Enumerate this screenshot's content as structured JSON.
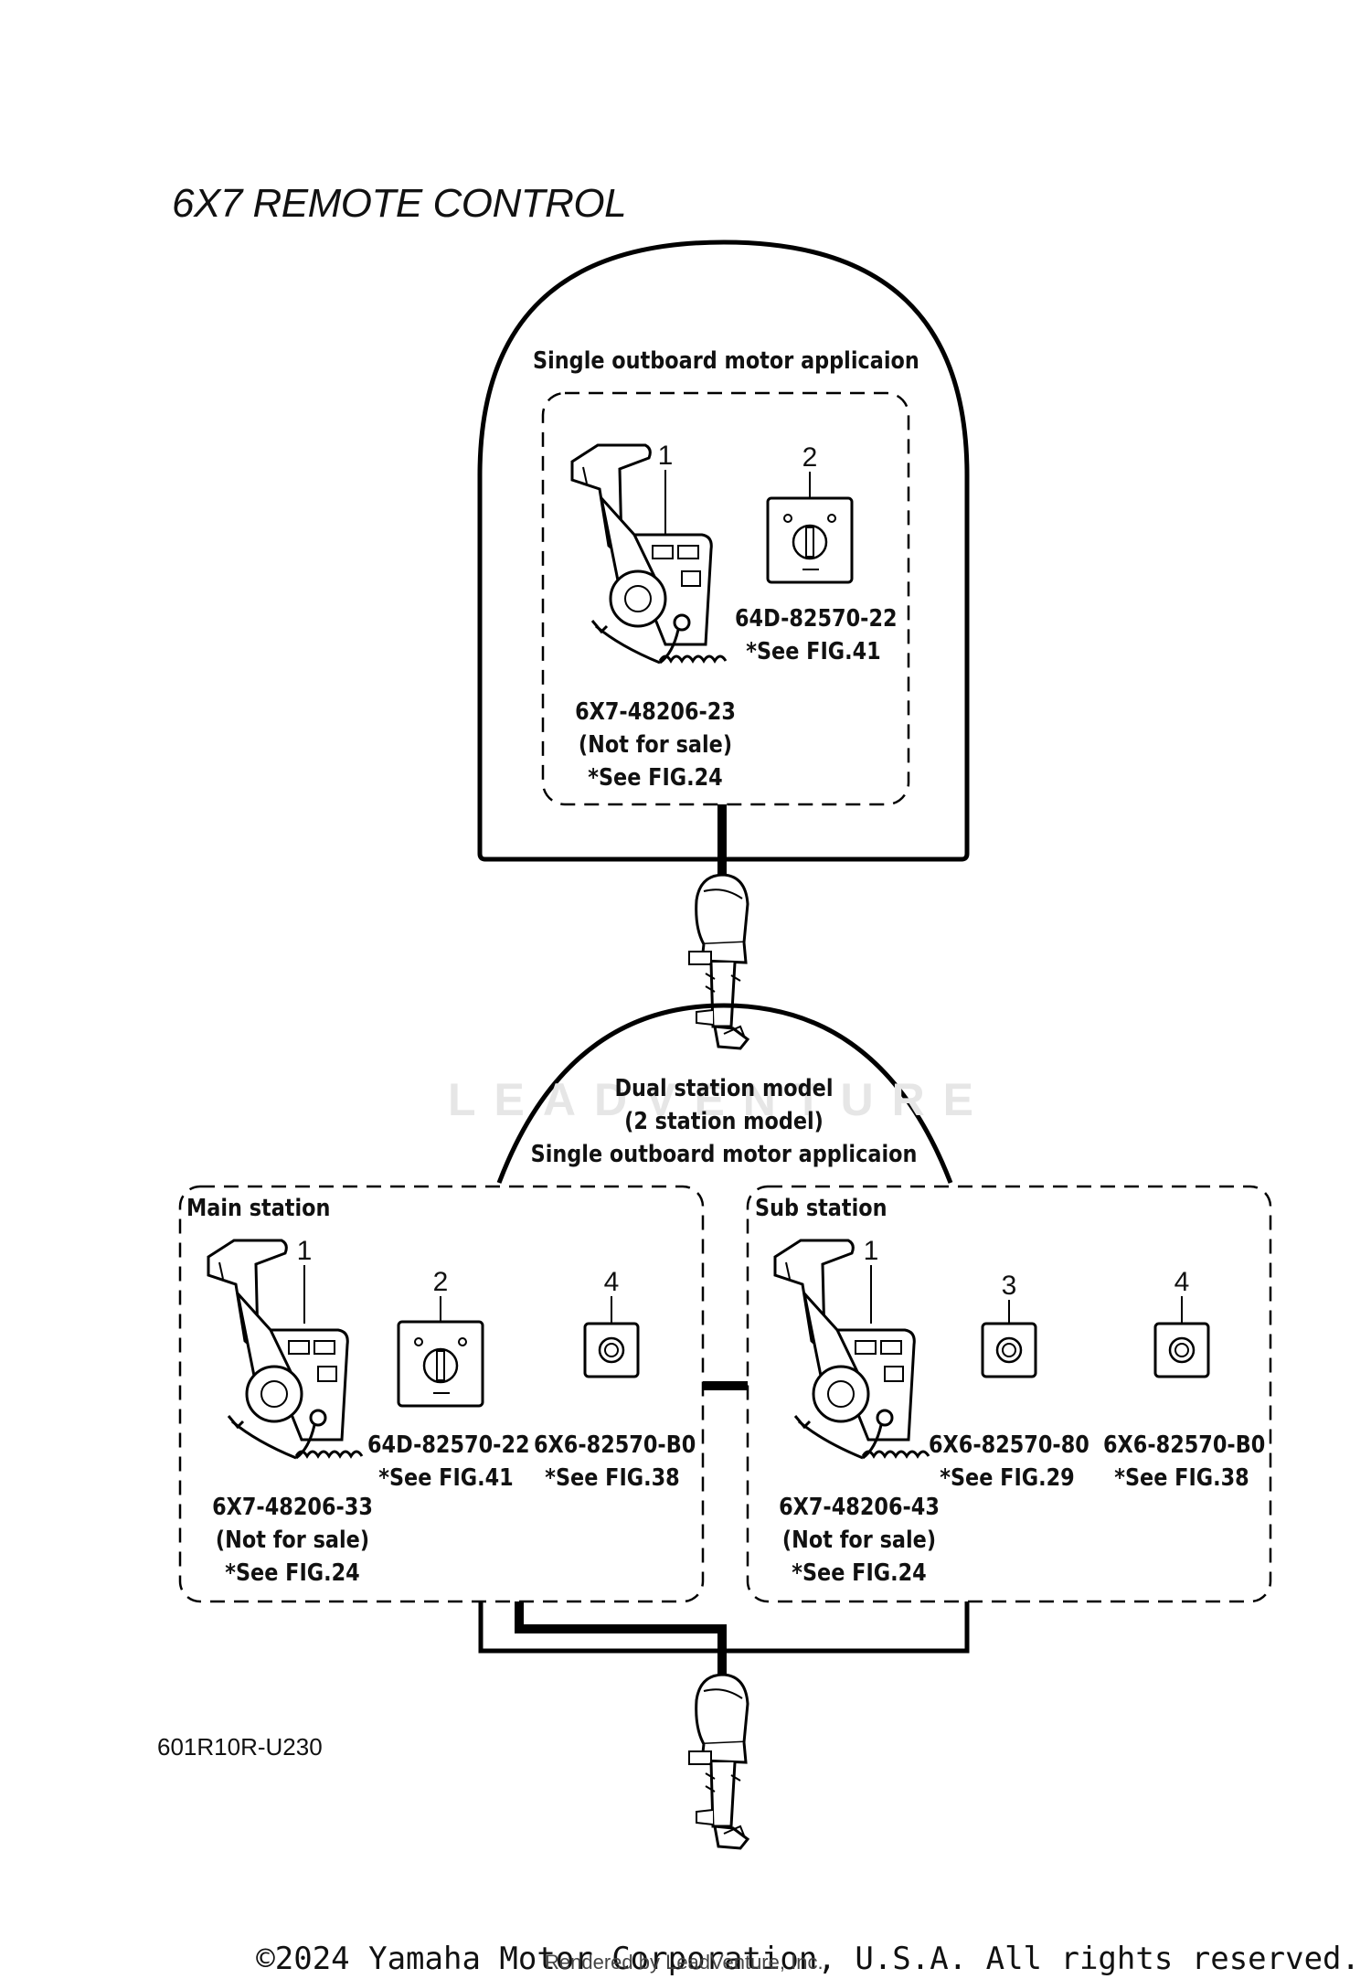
{
  "title": "6X7 REMOTE CONTROL",
  "single_app": {
    "header": "Single outboard motor applicaion",
    "control": {
      "num": "1",
      "part": "6X7-48206-23",
      "note": "(Not for sale)",
      "ref": "*See FIG.24"
    },
    "switch": {
      "num": "2",
      "part": "64D-82570-22",
      "ref": "*See FIG.41"
    }
  },
  "dual_app": {
    "header_lines": [
      "Dual station model",
      "(2 station model)",
      "Single outboard motor applicaion"
    ],
    "main_station": {
      "label": "Main station",
      "control": {
        "num": "1",
        "part": "6X7-48206-33",
        "note": "(Not for sale)",
        "ref": "*See FIG.24"
      },
      "switch": {
        "num": "2",
        "part": "64D-82570-22",
        "ref": "*See FIG.41"
      },
      "button": {
        "num": "4",
        "part": "6X6-82570-B0",
        "ref": "*See FIG.38"
      }
    },
    "sub_station": {
      "label": "Sub station",
      "control": {
        "num": "1",
        "part": "6X7-48206-43",
        "note": "(Not for sale)",
        "ref": "*See FIG.24"
      },
      "button3": {
        "num": "3",
        "part": "6X6-82570-80",
        "ref": "*See FIG.29"
      },
      "button4": {
        "num": "4",
        "part": "6X6-82570-B0",
        "ref": "*See FIG.38"
      }
    }
  },
  "figure_code": "601R10R-U230",
  "copyright": "©2024 Yamaha Motor Corporation, U.S.A. All rights reserved.",
  "rendered_by": "Rendered by LeadVenture, Inc.",
  "watermark": "LEADVENTURE"
}
